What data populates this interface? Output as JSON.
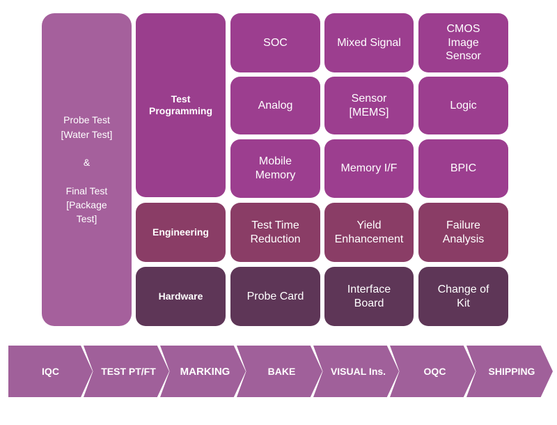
{
  "left_panel": {
    "text": "Probe Test\n[Water Test]\n\n&\n\nFinal Test\n[Package\nTest]"
  },
  "categories": {
    "test_programming": "Test\nProgramming",
    "engineering": "Engineering",
    "hardware": "Hardware"
  },
  "test_programming_items": [
    "SOC",
    "Mixed Signal",
    "CMOS\nImage\nSensor",
    "Analog",
    "Sensor\n[MEMS]",
    "Logic",
    "Mobile\nMemory",
    "Memory I/F",
    "BPIC"
  ],
  "engineering_items": [
    "Test Time\nReduction",
    "Yield\nEnhancement",
    "Failure\nAnalysis"
  ],
  "hardware_items": [
    "Probe Card",
    "Interface\nBoard",
    "Change of\nKit"
  ],
  "process_flow": [
    "IQC",
    "TEST PT/FT",
    "MARKING",
    "BAKE",
    "VISUAL Ins.",
    "OQC",
    "SHIPPING"
  ],
  "colors": {
    "panel": "#a5609c",
    "test_programming": "#9a3e8d",
    "engineering": "#8a3d66",
    "hardware": "#5e3657",
    "flow": "#a0609a"
  }
}
